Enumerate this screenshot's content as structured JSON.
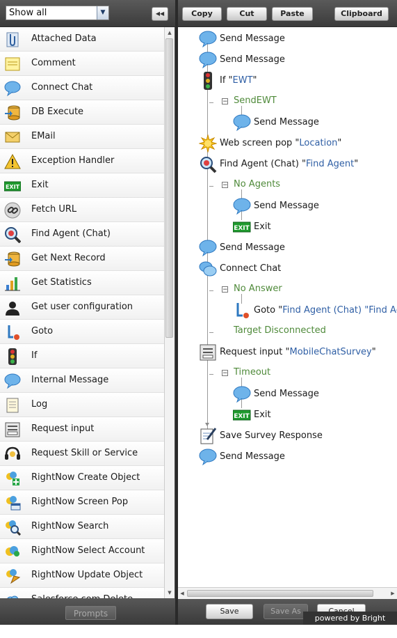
{
  "filter": {
    "value": "Show all"
  },
  "palette": {
    "items": [
      {
        "label": "Attached Data",
        "icon": "paperclip-icon"
      },
      {
        "label": "Comment",
        "icon": "note-icon"
      },
      {
        "label": "Connect Chat",
        "icon": "chat-bubble-icon"
      },
      {
        "label": "DB Execute",
        "icon": "database-icon"
      },
      {
        "label": "EMail",
        "icon": "envelope-icon"
      },
      {
        "label": "Exception Handler",
        "icon": "warning-icon"
      },
      {
        "label": "Exit",
        "icon": "exit-icon"
      },
      {
        "label": "Fetch URL",
        "icon": "link-icon"
      },
      {
        "label": "Find Agent (Chat)",
        "icon": "magnifier-icon"
      },
      {
        "label": "Get Next Record",
        "icon": "database-arrow-icon"
      },
      {
        "label": "Get Statistics",
        "icon": "bar-chart-icon"
      },
      {
        "label": "Get user configuration",
        "icon": "user-silhouette-icon"
      },
      {
        "label": "Goto",
        "icon": "goto-icon"
      },
      {
        "label": "If",
        "icon": "traffic-light-icon"
      },
      {
        "label": "Internal Message",
        "icon": "chat-bubble-icon"
      },
      {
        "label": "Log",
        "icon": "log-icon"
      },
      {
        "label": "Request input",
        "icon": "form-icon"
      },
      {
        "label": "Request Skill or Service",
        "icon": "headset-icon"
      },
      {
        "label": "RightNow Create Object",
        "icon": "rightnow-create-icon"
      },
      {
        "label": "RightNow Screen Pop",
        "icon": "rightnow-screenpop-icon"
      },
      {
        "label": "RightNow Search",
        "icon": "rightnow-search-icon"
      },
      {
        "label": "RightNow Select Account",
        "icon": "rightnow-select-icon"
      },
      {
        "label": "RightNow Update Object",
        "icon": "rightnow-update-icon"
      },
      {
        "label": "Salesforce.com Delete",
        "icon": "cloud-icon"
      }
    ]
  },
  "left_bottom": {
    "prompts_label": "Prompts"
  },
  "toolbar": {
    "copy": "Copy",
    "cut": "Cut",
    "paste": "Paste",
    "clipboard": "Clipboard"
  },
  "flow": {
    "n1": {
      "label": "Send Message"
    },
    "n2": {
      "label": "Send Message"
    },
    "n3": {
      "label": "If \"",
      "arg": "EWT",
      "end": "\""
    },
    "b1": {
      "label": "SendEWT"
    },
    "n4": {
      "label": "Send Message"
    },
    "n5": {
      "label": "Web screen pop \"",
      "arg": "Location",
      "end": "\""
    },
    "n6": {
      "label": "Find Agent (Chat) \"",
      "arg": "Find Agent",
      "end": "\""
    },
    "b2": {
      "label": "No Agents"
    },
    "n7": {
      "label": "Send Message"
    },
    "n8": {
      "label": "Exit"
    },
    "n9": {
      "label": "Send Message"
    },
    "n10": {
      "label": "Connect Chat"
    },
    "b3": {
      "label": "No Answer"
    },
    "n11": {
      "label": "Goto \"",
      "arg": "Find Agent (Chat) \"Find Ag"
    },
    "b4": {
      "label": "Target Disconnected"
    },
    "n12": {
      "label": "Request input \"",
      "arg": "MobileChatSurvey",
      "end": "\""
    },
    "b5": {
      "label": "Timeout"
    },
    "n13": {
      "label": "Send Message"
    },
    "n14": {
      "label": "Exit"
    },
    "n15": {
      "label": "Save Survey Response"
    },
    "n16": {
      "label": "Send Message"
    }
  },
  "bottom_bar": {
    "save": "Save",
    "save_as": "Save As",
    "cancel": "Cancel"
  },
  "footer": {
    "powered_by": "powered by Bright Pattern"
  },
  "colors": {
    "branch": "#4f8a3a",
    "argument": "#2f5fa5",
    "toolbar": "#4a4a4a"
  }
}
